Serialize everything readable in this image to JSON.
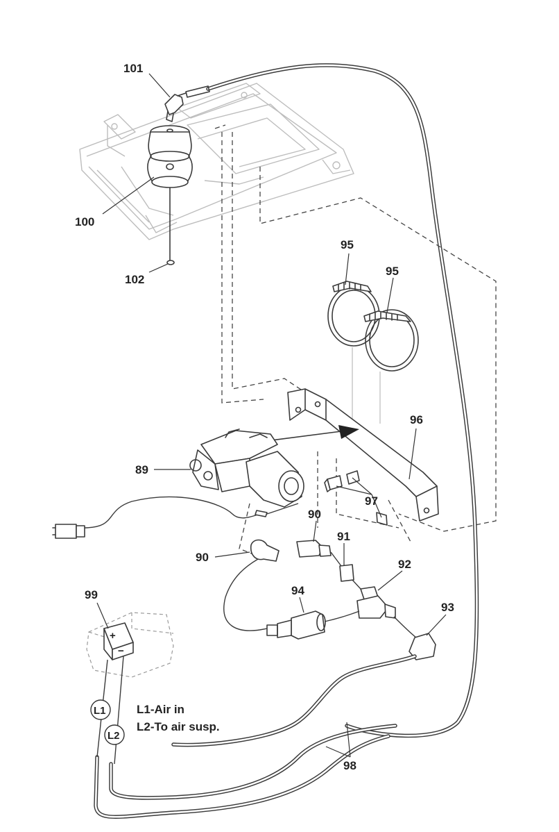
{
  "callouts": {
    "p101": "101",
    "p100": "100",
    "p102": "102",
    "p95a": "95",
    "p95b": "95",
    "p96": "96",
    "p89": "89",
    "p97": "97",
    "p90a": "90",
    "p90b": "90",
    "p91": "91",
    "p92": "92",
    "p94": "94",
    "p93": "93",
    "p99": "99",
    "p98": "98"
  },
  "switch_markings": {
    "plus": "+",
    "minus": "−"
  },
  "line_markers": {
    "l1": "L1",
    "l2": "L2"
  },
  "legend": {
    "l1": "L1-Air in",
    "l2": "L2-To air susp."
  }
}
